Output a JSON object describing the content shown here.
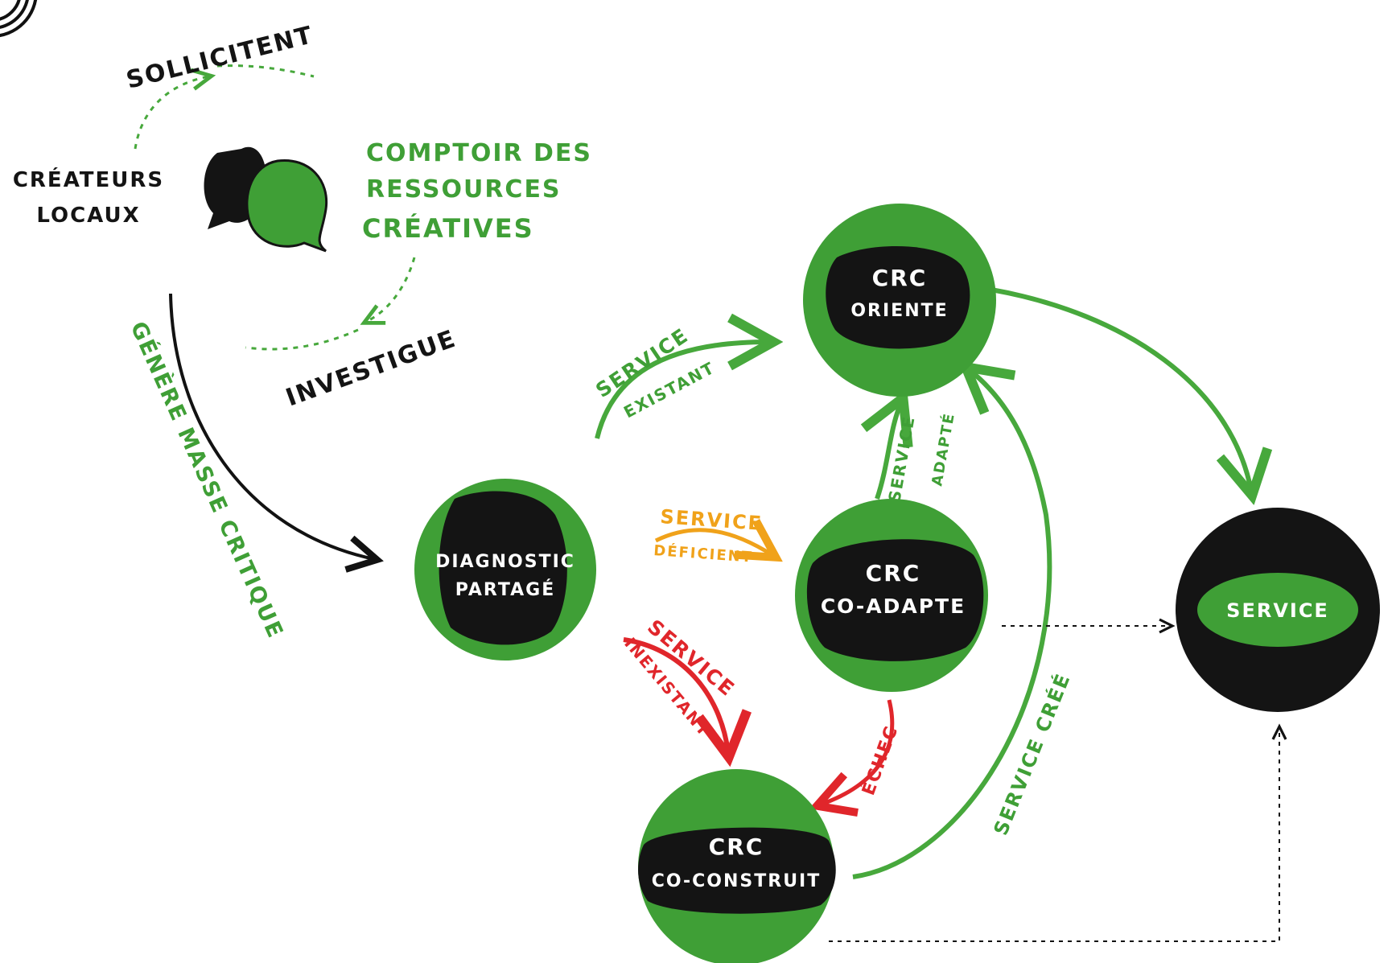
{
  "colors": {
    "green": "#3f9f36",
    "green_light": "#47a83c",
    "black": "#141414",
    "orange": "#f0a21a",
    "red": "#e0262b",
    "white": "#ffffff"
  },
  "labels": {
    "sollicitent": "SOLLICITENT",
    "createurs_line1": "CRÉATEURS",
    "createurs_line2": "LOCAUX",
    "comptoir_line1": "COMPTOIR  DES",
    "comptoir_line2": "RESSOURCES",
    "comptoir_line3": "CRÉATIVES",
    "investigue": "INVESTIGUE",
    "genere": "GÉNÈRE MASSE CRITIQUE",
    "service_existant_line1": "SERVICE",
    "service_existant_line2": "EXISTANT",
    "service_deficient_line1": "SERVICE",
    "service_deficient_line2": "DÉFICIENT",
    "service_inexistant_line1": "SERVICE",
    "service_inexistant_line2": "INEXISTANT",
    "service_adapte_line1": "SERVICE",
    "service_adapte_line2": "ADAPTÉ",
    "echec": "ÉCHEC",
    "service_cree": "SERVICE CRÉÉ"
  },
  "nodes": {
    "diagnostic_line1": "DIAGNOSTIC",
    "diagnostic_line2": "PARTAGÉ",
    "oriente_line1": "CRC",
    "oriente_line2": "ORIENTE",
    "coadapte_line1": "CRC",
    "coadapte_line2": "CO-ADAPTE",
    "coconstruit_line1": "CRC",
    "coconstruit_line2": "CO-CONSTRUIT",
    "service": "SERVICE"
  },
  "icons": [
    "speech-bubbles-icon",
    "logo-corner-icon"
  ]
}
